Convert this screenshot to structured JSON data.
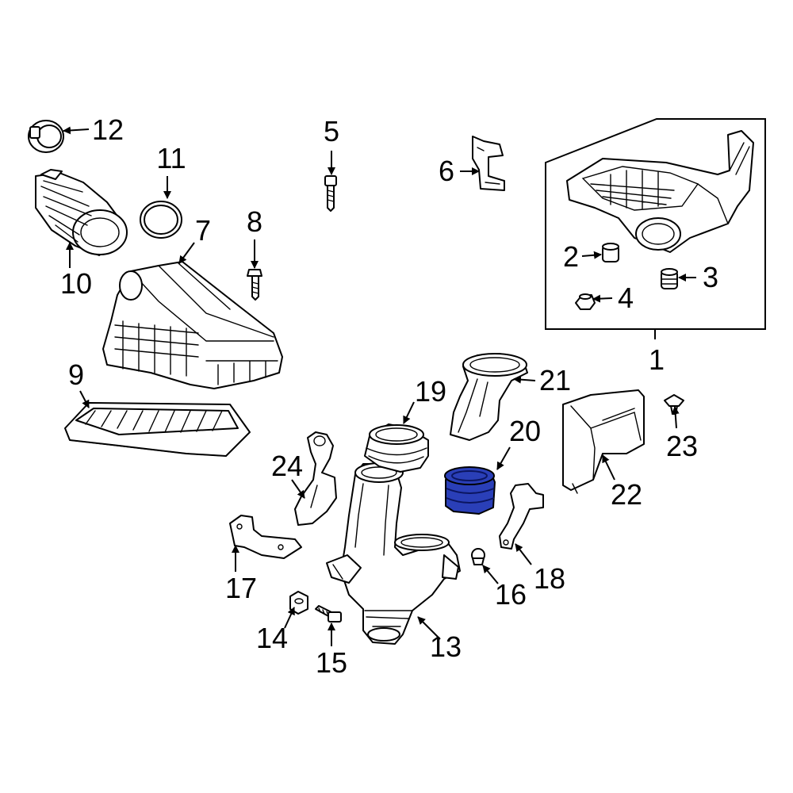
{
  "diagram": {
    "highlight_color": "#2a3fb8",
    "callouts": [
      {
        "id": "p1",
        "label": "1"
      },
      {
        "id": "p2",
        "label": "2"
      },
      {
        "id": "p3",
        "label": "3"
      },
      {
        "id": "p4",
        "label": "4"
      },
      {
        "id": "p5",
        "label": "5"
      },
      {
        "id": "p6",
        "label": "6"
      },
      {
        "id": "p7",
        "label": "7"
      },
      {
        "id": "p8",
        "label": "8"
      },
      {
        "id": "p9",
        "label": "9"
      },
      {
        "id": "p10",
        "label": "10"
      },
      {
        "id": "p11",
        "label": "11"
      },
      {
        "id": "p12",
        "label": "12"
      },
      {
        "id": "p13",
        "label": "13"
      },
      {
        "id": "p14",
        "label": "14"
      },
      {
        "id": "p15",
        "label": "15"
      },
      {
        "id": "p16",
        "label": "16"
      },
      {
        "id": "p17",
        "label": "17"
      },
      {
        "id": "p18",
        "label": "18"
      },
      {
        "id": "p19",
        "label": "19"
      },
      {
        "id": "p20",
        "label": "20"
      },
      {
        "id": "p21",
        "label": "21"
      },
      {
        "id": "p22",
        "label": "22"
      },
      {
        "id": "p23",
        "label": "23"
      },
      {
        "id": "p24",
        "label": "24"
      }
    ]
  }
}
